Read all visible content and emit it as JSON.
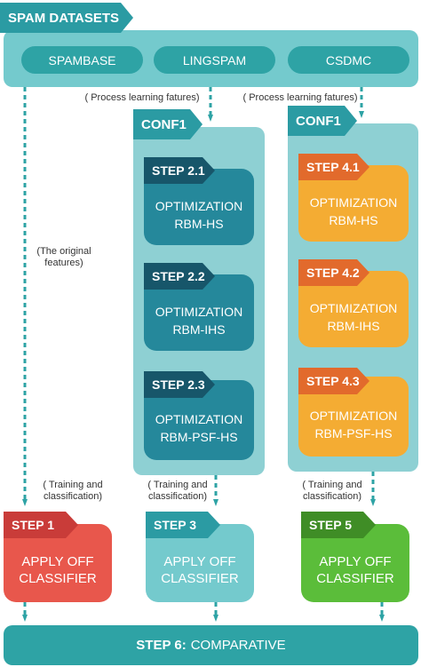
{
  "datasets": {
    "title": "SPAM DATASETS",
    "items": [
      "SPAMBASE",
      "LINGSPAM",
      "CSDMC"
    ]
  },
  "notes": {
    "process_left": "( Process learning fatures)",
    "process_right": "( Process learning fatures)",
    "original_1": "(The original",
    "original_2": "features)",
    "training_1": "( Training and",
    "training_2": "classification)"
  },
  "conf_left": {
    "title": "CONF1",
    "steps": [
      {
        "label": "STEP 2.1",
        "line1": "OPTIMIZATION",
        "line2": "RBM-HS"
      },
      {
        "label": "STEP 2.2",
        "line1": "OPTIMIZATION",
        "line2": "RBM-IHS"
      },
      {
        "label": "STEP 2.3",
        "line1": "OPTIMIZATION",
        "line2": "RBM-PSF-HS"
      }
    ]
  },
  "conf_right": {
    "title": "CONF1",
    "steps": [
      {
        "label": "STEP 4.1",
        "line1": "OPTIMIZATION",
        "line2": "RBM-HS"
      },
      {
        "label": "STEP 4.2",
        "line1": "OPTIMIZATION",
        "line2": "RBM-IHS"
      },
      {
        "label": "STEP 4.3",
        "line1": "OPTIMIZATION",
        "line2": "RBM-PSF-HS"
      }
    ]
  },
  "bottom": [
    {
      "label": "STEP 1",
      "line1": "APPLY OFF",
      "line2": "CLASSIFIER"
    },
    {
      "label": "STEP 3",
      "line1": "APPLY OFF",
      "line2": "CLASSIFIER"
    },
    {
      "label": "STEP 5",
      "line1": "APPLY OFF",
      "line2": "CLASSIFIER"
    }
  ],
  "final": {
    "strong": "STEP 6:",
    "rest": "COMPARATIVE"
  },
  "colors": {
    "teal": "#2ea3a5",
    "teal_dark": "#17566a",
    "orange": "#f4ac33",
    "orange_dark": "#e26a2c",
    "red": "#e8574c",
    "red_dark": "#c93c39",
    "green": "#5bbd3a",
    "green_dark": "#3f8d26"
  }
}
